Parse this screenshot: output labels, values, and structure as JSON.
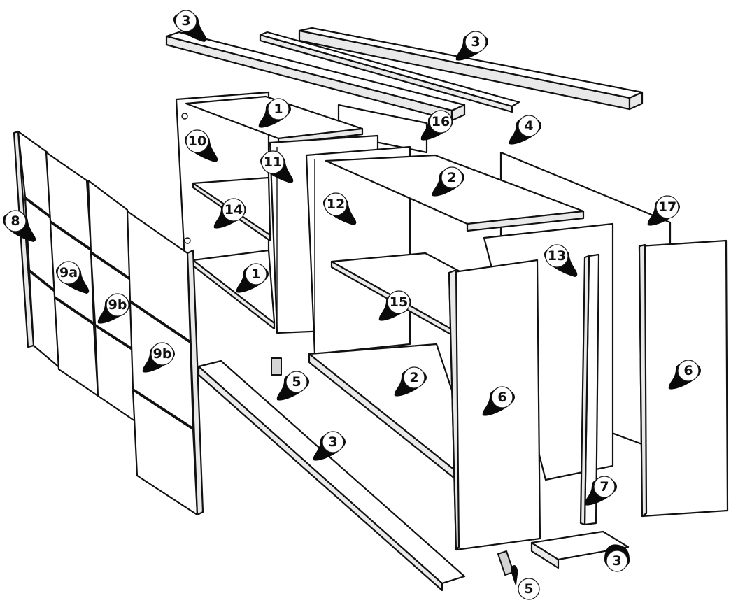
{
  "callouts": [
    {
      "key": "c1",
      "text": "3"
    },
    {
      "key": "c2",
      "text": "3"
    },
    {
      "key": "c3",
      "text": "1"
    },
    {
      "key": "c4",
      "text": "16"
    },
    {
      "key": "c5",
      "text": "4"
    },
    {
      "key": "c6",
      "text": "10"
    },
    {
      "key": "c7",
      "text": "11"
    },
    {
      "key": "c8",
      "text": "2"
    },
    {
      "key": "c9",
      "text": "17"
    },
    {
      "key": "c10",
      "text": "12"
    },
    {
      "key": "c11",
      "text": "14"
    },
    {
      "key": "c12",
      "text": "8"
    },
    {
      "key": "c13",
      "text": "13"
    },
    {
      "key": "c14",
      "text": "9a"
    },
    {
      "key": "c15",
      "text": "1"
    },
    {
      "key": "c16",
      "text": "15"
    },
    {
      "key": "c17",
      "text": "9b"
    },
    {
      "key": "c18",
      "text": "9b"
    },
    {
      "key": "c19",
      "text": "6"
    },
    {
      "key": "c20",
      "text": "6"
    },
    {
      "key": "c21",
      "text": "5"
    },
    {
      "key": "c22",
      "text": "2"
    },
    {
      "key": "c23",
      "text": "3"
    },
    {
      "key": "c24",
      "text": "7"
    },
    {
      "key": "c25",
      "text": "3"
    },
    {
      "key": "c26",
      "text": "5"
    }
  ]
}
